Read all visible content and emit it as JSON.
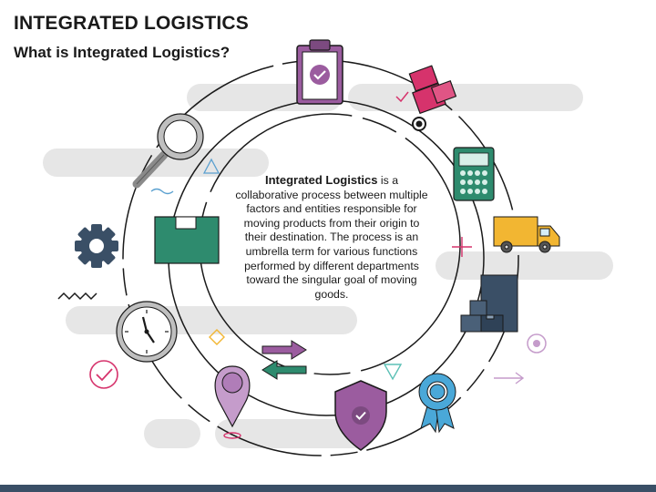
{
  "header": {
    "title": "INTEGRATED LOGISTICS",
    "subtitle": "What is Integrated Logistics?"
  },
  "center": {
    "bold_term": "Integrated Logistics",
    "description": " is a collaborative process between multiple factors and entities responsible for moving products from their origin to their destination. The process is an umbrella term for various functions performed by different departments toward the singular goal of moving goods."
  },
  "colors": {
    "purple": "#9b5c9f",
    "purple_light": "#c59ccb",
    "green": "#2e8b6e",
    "teal": "#5bc0b5",
    "pink": "#d6336c",
    "navy": "#3a4f66",
    "yellow": "#f2b632",
    "blue": "#4aa8d8",
    "gray_band": "#e6e6e6"
  },
  "icons": [
    "clipboard-check-icon",
    "boxes-icon",
    "calculator-icon",
    "delivery-truck-icon",
    "stacked-boxes-icon",
    "award-ribbon-icon",
    "shield-check-icon",
    "location-pin-icon",
    "exchange-arrows-icon",
    "clock-icon",
    "gear-icon",
    "magnifier-icon",
    "green-box-icon"
  ]
}
